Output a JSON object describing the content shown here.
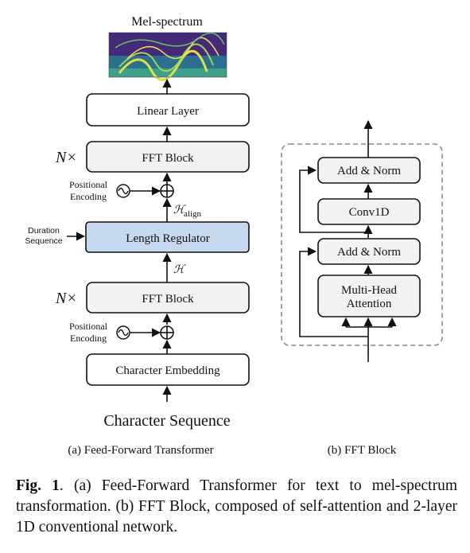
{
  "colors": {
    "grey_box": "#f2f2f2",
    "blue_box": "#c6d9ee",
    "stroke": "#111111",
    "dashed": "#8a8a8a"
  },
  "left": {
    "mel_label": "Mel-spectrum",
    "linear_layer": "Linear Layer",
    "nx_top": "N×",
    "fft_top": "FFT Block",
    "pos_enc_top_1": "Positional",
    "pos_enc_top_2": "Encoding",
    "h_align": "ℋ",
    "h_align_sub": "align",
    "duration_1": "Duration",
    "duration_2": "Sequence",
    "length_regulator": "Length Regulator",
    "h": "ℋ",
    "nx_bottom": "N×",
    "fft_bottom": "FFT Block",
    "pos_enc_bot_1": "Positional",
    "pos_enc_bot_2": "Encoding",
    "char_embedding": "Character Embedding",
    "char_sequence": "Character Sequence",
    "subcaption": "(a)  Feed-Forward Transformer"
  },
  "right": {
    "add_norm_top": "Add & Norm",
    "conv1d": "Conv1D",
    "add_norm_bottom": "Add & Norm",
    "mha_1": "Multi-Head",
    "mha_2": "Attention",
    "subcaption": "(b)  FFT Block"
  },
  "caption": {
    "label": "Fig. 1",
    "text": ".   (a) Feed-Forward Transformer for text to mel-spectrum transformation. (b) FFT Block, composed of self-attention and 2-layer 1D conventional network."
  }
}
